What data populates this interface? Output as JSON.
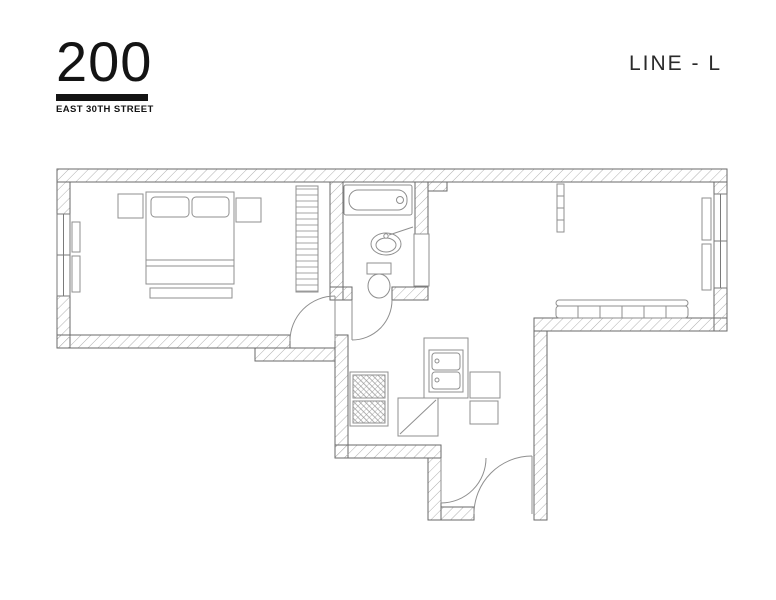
{
  "header": {
    "building_number": "200",
    "street_name": "EAST 30TH STREET",
    "line_label": "LINE - L"
  },
  "colors": {
    "ink": "#141414",
    "wall_outline": "#6a6a6a",
    "wall_hatch": "#b0b0b0",
    "furniture_line": "#8f8f8f",
    "background": "#ffffff"
  }
}
